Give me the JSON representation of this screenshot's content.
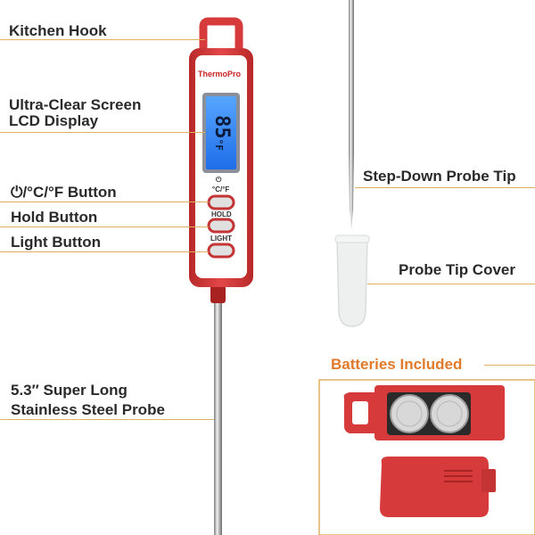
{
  "brand": {
    "logo_text": "ThermoPro"
  },
  "display": {
    "reading": "85",
    "unit": "°F"
  },
  "buttons": {
    "power": {
      "symbol": "⏻",
      "label": "°C/°F"
    },
    "hold": {
      "label": "HOLD"
    },
    "light": {
      "label": "LIGHT"
    }
  },
  "callouts": {
    "kitchen_hook": "Kitchen Hook",
    "screen_line1": "Ultra-Clear Screen",
    "screen_line2": "LCD Display",
    "power_button": "/°C/°F Button",
    "hold_button": "Hold Button",
    "light_button": "Light Button",
    "probe_line1": "5.3″  Super Long",
    "probe_line2": "Stainless Steel Probe",
    "probe_tip": "Step-Down Probe Tip",
    "tip_cover": "Probe Tip Cover",
    "batteries": "Batteries Included"
  },
  "colors": {
    "body_red": "#d63a3a",
    "lcd_blue": "#2f88ff",
    "callout_line": "#e0b060",
    "accent_orange": "#e07a2a"
  }
}
